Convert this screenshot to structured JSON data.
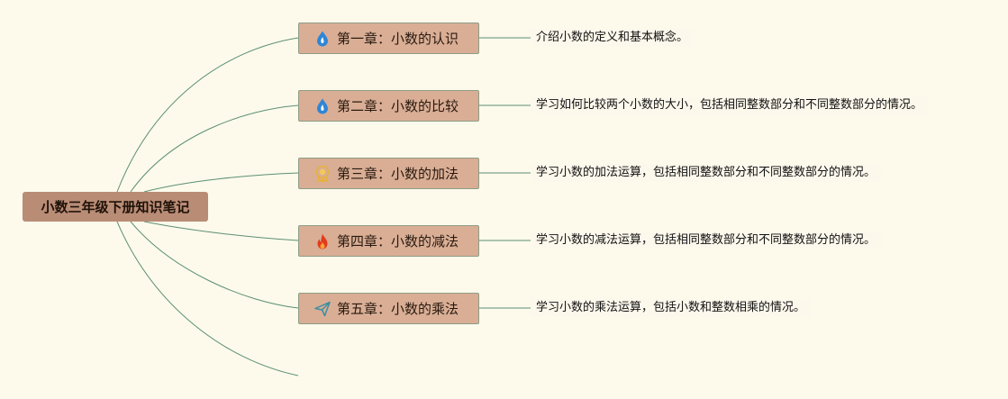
{
  "root": {
    "label": "小数三年级下册知识笔记"
  },
  "chapters": [
    {
      "title": "第一章：小数的认识",
      "description": "介绍小数的定义和基本概念。",
      "icon": "water-drop-icon",
      "icon_color": "#2f86d6"
    },
    {
      "title": "第二章：小数的比较",
      "description": "学习如何比较两个小数的大小，包括相同整数部分和不同整数部分的情况。",
      "icon": "water-drop-icon",
      "icon_color": "#2f86d6"
    },
    {
      "title": "第三章：小数的加法",
      "description": "学习小数的加法运算，包括相同整数部分和不同整数部分的情况。",
      "icon": "award-medal-icon",
      "icon_color": "#e7b13a"
    },
    {
      "title": "第四章：小数的减法",
      "description": "学习小数的减法运算，包括相同整数部分和不同整数部分的情况。",
      "icon": "fire-icon",
      "icon_color": "#e23b1e"
    },
    {
      "title": "第五章：小数的乘法",
      "description": "学习小数的乘法运算，包括小数和整数相乘的情况。",
      "icon": "paper-plane-icon",
      "icon_color": "#3c8ea0"
    }
  ],
  "colors": {
    "background": "#fdfaeb",
    "root_fill": "#b98c76",
    "chapter_fill": "#d9ae95",
    "chapter_border": "#8e9c86",
    "connector": "#5c8f74"
  }
}
